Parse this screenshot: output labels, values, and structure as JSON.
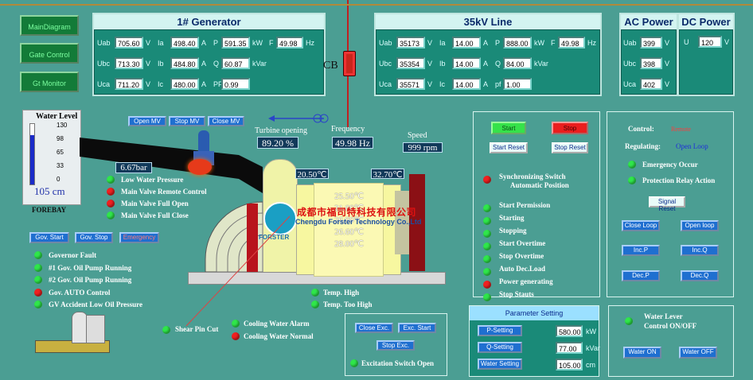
{
  "nav": [
    "MainDiagram",
    "Gate Control",
    "Gt Monitor"
  ],
  "generator": {
    "title": "1# Generator",
    "rows": [
      {
        "l1": "Uab",
        "v1": "705.60",
        "u1": "V",
        "l2": "Ia",
        "v2": "498.40",
        "u2": "A",
        "l3": "P",
        "v3": "591.35",
        "u3": "kW",
        "l4": "F",
        "v4": "49.98",
        "u4": "Hz"
      },
      {
        "l1": "Ubc",
        "v1": "713.30",
        "u1": "V",
        "l2": "Ib",
        "v2": "484.80",
        "u2": "A",
        "l3": "Q",
        "v3": "60.87",
        "u3": "kVar"
      },
      {
        "l1": "Uca",
        "v1": "711.20",
        "u1": "V",
        "l2": "Ic",
        "v2": "480.00",
        "u2": "A",
        "l3": "PF",
        "v3": "0.99",
        "u3": ""
      }
    ]
  },
  "cb_label": "CB",
  "line": {
    "title": "35kV Line",
    "rows": [
      {
        "l1": "Uab",
        "v1": "35173",
        "u1": "V",
        "l2": "Ia",
        "v2": "14.00",
        "u2": "A",
        "l3": "P",
        "v3": "888.00",
        "u3": "kW",
        "l4": "F",
        "v4": "49.98",
        "u4": "Hz"
      },
      {
        "l1": "Ubc",
        "v1": "35354",
        "u1": "V",
        "l2": "Ib",
        "v2": "14.00",
        "u2": "A",
        "l3": "Q",
        "v3": "84.00",
        "u3": "kVar"
      },
      {
        "l1": "Uca",
        "v1": "35571",
        "u1": "V",
        "l2": "Ic",
        "v2": "14.00",
        "u2": "A",
        "l3": "pf",
        "v3": "1.00",
        "u3": ""
      }
    ]
  },
  "ac": {
    "title": "AC Power",
    "rows": [
      {
        "l": "Uab",
        "v": "399",
        "u": "V"
      },
      {
        "l": "Ubc",
        "v": "398",
        "u": "V"
      },
      {
        "l": "Uca",
        "v": "402",
        "u": "V"
      }
    ]
  },
  "dc": {
    "title": "DC Power",
    "l": "U",
    "v": "120",
    "u": "V"
  },
  "water_level": {
    "title": "Water Level",
    "ticks": [
      "130",
      "98",
      "65",
      "33",
      "0"
    ],
    "value": "105 cm",
    "fill_fraction": 0.81,
    "caption": "FOREBAY"
  },
  "pressure": "6.67bar",
  "valve_buttons": [
    "Open MV",
    "Stop MV",
    "Close MV"
  ],
  "turbine": {
    "opening_label": "Turbine opening",
    "opening": "89.20 %",
    "freq_label": "Frequency",
    "freq": "49.98 Hz",
    "speed_label": "Speed",
    "speed": "999 rpm",
    "temp_left": "20.50℃",
    "temp_right": "32.70℃",
    "temps": [
      "25.50℃",
      "21.00℃",
      "26.90℃",
      "26.60℃",
      "28.00℃"
    ]
  },
  "watermark": {
    "cn": "成都市福司特科技有限公司",
    "en": "Chengdu Forster Technology Co.,Ltd",
    "logo": "FORSTER"
  },
  "valve_status": [
    {
      "text": "Low Water Pressure",
      "color": "g"
    },
    {
      "text": "Main Valve Remote Control",
      "color": "r"
    },
    {
      "text": "Main Valve Full Open",
      "color": "r"
    },
    {
      "text": "Main Valve Full Close",
      "color": "g"
    }
  ],
  "gov_buttons": [
    "Gov. Start",
    "Gov. Stop",
    "Emergency"
  ],
  "gov_status": [
    {
      "text": "Governor  Fault",
      "color": "g"
    },
    {
      "text": "#1 Gov. Oil Pump Running",
      "color": "g"
    },
    {
      "text": "#2 Gov. Oil Pump Running",
      "color": "g"
    },
    {
      "text": "Gov. AUTO Control",
      "color": "r"
    },
    {
      "text": "GV Accident Low Oil Pressure",
      "color": "g"
    }
  ],
  "misc_status": {
    "shear": "Shear Pin Cut",
    "cool_alarm": "Cooling Water Alarm",
    "cool_normal": "Cooling Water Normal",
    "temp_high": "Temp. High",
    "temp_too_high": "Temp. Too High"
  },
  "excitation": {
    "buttons": [
      "Close Exc.",
      "Exc. Start",
      "Stop Exc."
    ],
    "status": "Excitation Switch Open"
  },
  "unit_control": {
    "buttons": [
      "Start",
      "Stop",
      "Start Reset",
      "Stop Reset"
    ],
    "status": [
      {
        "text": "Synchronizing  Switch",
        "text2": "Automatic Position",
        "color": "r"
      },
      {
        "text": "Start Permission",
        "color": "g"
      },
      {
        "text": "Starting",
        "color": "g"
      },
      {
        "text": "Stopping",
        "color": "g"
      },
      {
        "text": "Start Overtime",
        "color": "g"
      },
      {
        "text": "Stop Overtime",
        "color": "g"
      },
      {
        "text": "Auto Dec.Load",
        "color": "g"
      },
      {
        "text": "Power generating",
        "color": "r"
      },
      {
        "text": "Stop Stauts",
        "color": "g"
      }
    ]
  },
  "right_control": {
    "control_label": "Control:",
    "control_value": "Remote",
    "regulating_label": "Regulating:",
    "regulating_value": "Open Loop",
    "emergency": "Emergency Occur",
    "protection": "Protection Relay Action",
    "signal_reset": "Signal Reset",
    "buttons": [
      "Close Loop",
      "Open loop",
      "Inc.P",
      "Inc.Q",
      "Dec.P",
      "Dec.Q"
    ]
  },
  "params": {
    "title": "Parameter Setting",
    "rows": [
      {
        "l": "P-Setting",
        "v": "580.00",
        "u": "kW"
      },
      {
        "l": "Q-Setting",
        "v": "77.00",
        "u": "kVar"
      },
      {
        "l": "Water Setting",
        "v": "105.00",
        "u": "cm"
      }
    ]
  },
  "water_ctrl": {
    "title1": "Water Lever",
    "title2": "Control ON/OFF",
    "on": "Water ON",
    "off": "Water OFF"
  }
}
